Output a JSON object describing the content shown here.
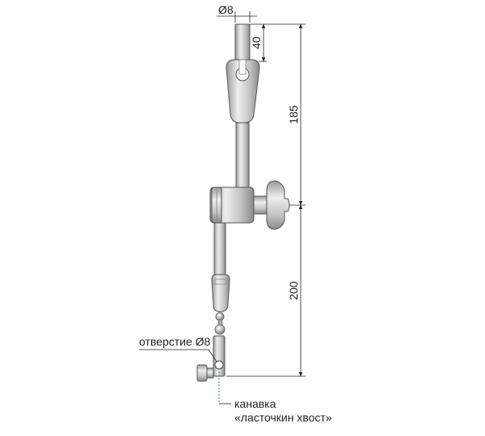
{
  "dimensions": {
    "rod_diameter": "Ø8",
    "rod_end_length": "40",
    "upper_arm_length": "185",
    "lower_arm_length": "200"
  },
  "callouts": {
    "hole": "отверстие Ø8",
    "groove_line1": "канавка",
    "groove_line2": "«ласточкин хвост»"
  },
  "colors": {
    "line": "#222222",
    "metal_dark": "#8a8a8a",
    "metal_light": "#dcdcdc",
    "groove_marker": "#2e8b57"
  }
}
